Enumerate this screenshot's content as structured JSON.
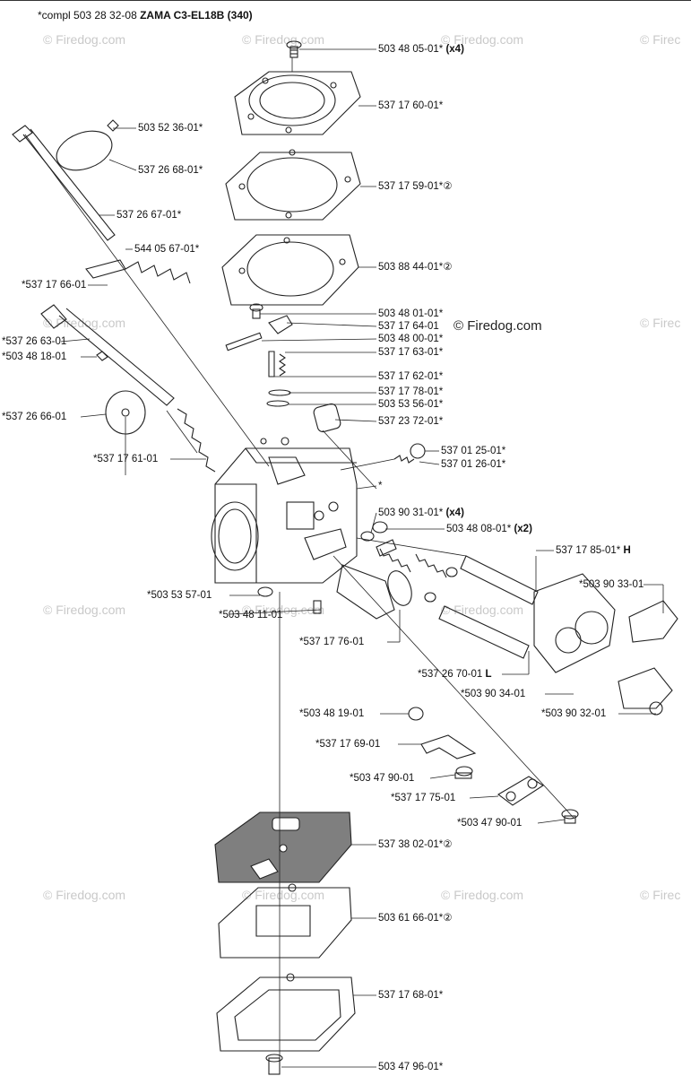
{
  "header": {
    "prefix": "*compl 503 28 32-08 ",
    "model": "ZAMA C3-EL18B (340)"
  },
  "watermark": {
    "text": "© Firedog.com",
    "text_clipped": "© Firec",
    "text_center": "© Firedog.com"
  },
  "colors": {
    "line": "#222222",
    "watermark": "#c9c9c9",
    "gasket_fill": "#7f7f7f"
  },
  "labels_right": [
    {
      "part": "503 48 05-01*",
      "suffix": " (x4)",
      "circle": ""
    },
    {
      "part": "537 17 60-01*",
      "suffix": "",
      "circle": ""
    },
    {
      "part": "537 17 59-01*",
      "suffix": "",
      "circle": "②"
    },
    {
      "part": "503 88 44-01*",
      "suffix": "",
      "circle": "②"
    },
    {
      "part": "503 48 01-01*",
      "suffix": "",
      "circle": ""
    },
    {
      "part": "537 17 64-01",
      "suffix": "",
      "circle": ""
    },
    {
      "part": "503 48 00-01*",
      "suffix": "",
      "circle": ""
    },
    {
      "part": "537 17 63-01*",
      "suffix": "",
      "circle": ""
    },
    {
      "part": "537 17 62-01*",
      "suffix": "",
      "circle": ""
    },
    {
      "part": "537 17 78-01*",
      "suffix": "",
      "circle": ""
    },
    {
      "part": "503 53 56-01*",
      "suffix": "",
      "circle": ""
    },
    {
      "part": "537 23 72-01*",
      "suffix": "",
      "circle": ""
    },
    {
      "part": "537 01 25-01*",
      "suffix": "",
      "circle": ""
    },
    {
      "part": "537 01 26-01*",
      "suffix": "",
      "circle": ""
    },
    {
      "part": "*",
      "suffix": "",
      "circle": ""
    },
    {
      "part": "503 90 31-01*",
      "suffix": " (x4)",
      "circle": ""
    },
    {
      "part": "503 48 08-01*",
      "suffix": " (x2)",
      "circle": ""
    },
    {
      "part": "537 17 85-01*",
      "suffix": " H",
      "circle": ""
    },
    {
      "part": "537 38 02-01*",
      "suffix": "",
      "circle": "②"
    },
    {
      "part": "503 61 66-01*",
      "suffix": "",
      "circle": "②"
    },
    {
      "part": "537 17 68-01*",
      "suffix": "",
      "circle": ""
    },
    {
      "part": "503 47 96-01*",
      "suffix": "",
      "circle": ""
    }
  ],
  "labels_left": [
    {
      "part": "503 52 36-01*"
    },
    {
      "part": "537 26 68-01*"
    },
    {
      "part": "537 26 67-01*"
    },
    {
      "part": "544 05 67-01*"
    },
    {
      "part": "*537 17 66-01"
    },
    {
      "part": "*537 26 63-01"
    },
    {
      "part": "*503 48 18-01"
    },
    {
      "part": "*537 26 66-01"
    },
    {
      "part": "*537 17 61-01"
    },
    {
      "part": "*503 53 57-01"
    },
    {
      "part": "*503 48 11-01"
    },
    {
      "part": "*537 17 76-01"
    },
    {
      "part": "*537 26 70-01",
      "suffix": " L"
    },
    {
      "part": "*503 90 34-01"
    },
    {
      "part": "*503 90 33-01"
    },
    {
      "part": "*503 90 32-01"
    },
    {
      "part": "*503 48 19-01"
    },
    {
      "part": "*537 17 69-01"
    },
    {
      "part": "*503 47 90-01"
    },
    {
      "part": "*537 17 75-01"
    },
    {
      "part": "*503 47 90-01"
    }
  ]
}
